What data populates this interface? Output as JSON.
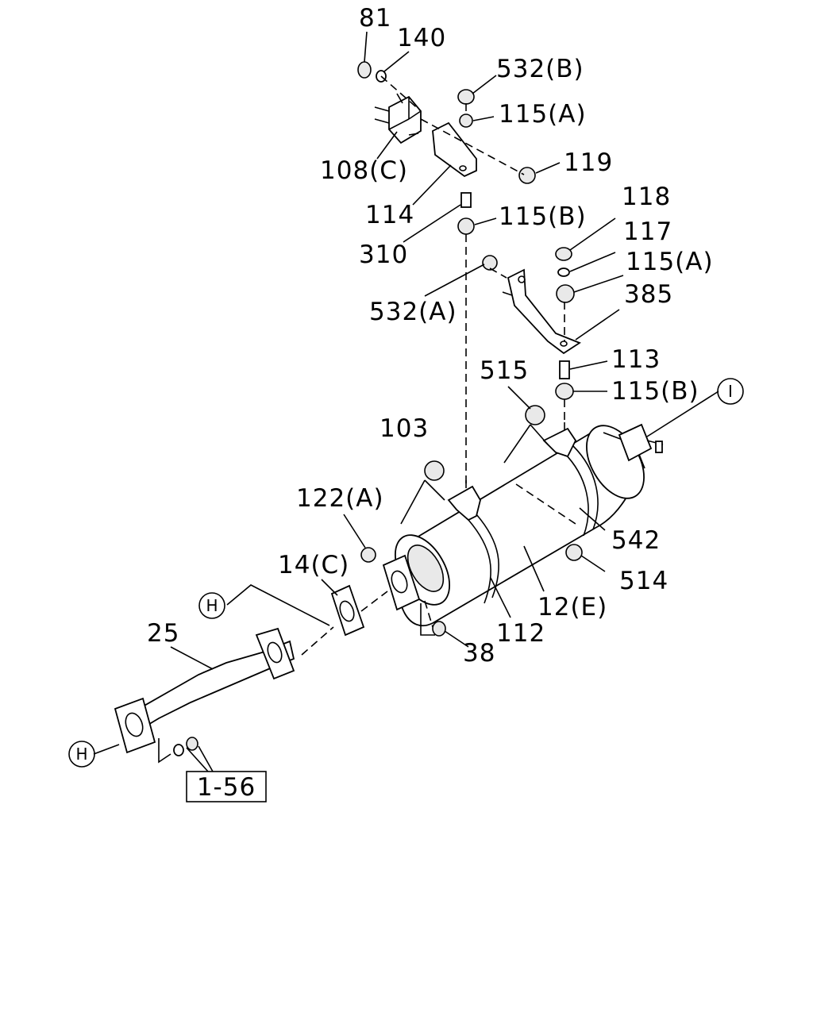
{
  "diagram": {
    "labels": {
      "p81": "81",
      "p140": "140",
      "p532b": "532(B)",
      "p115a_top": "115(A)",
      "p108c": "108(C)",
      "p119": "119",
      "p114": "114",
      "p115b_top": "115(B)",
      "p310": "310",
      "p118": "118",
      "p117": "117",
      "p115a_right": "115(A)",
      "p532a": "532(A)",
      "p385": "385",
      "p113": "113",
      "p515": "515",
      "p115b_right": "115(B)",
      "p103": "103",
      "p122a": "122(A)",
      "p542": "542",
      "p514": "514",
      "p14c": "14(C)",
      "p12e": "12(E)",
      "p112": "112",
      "p25": "25",
      "p38": "38",
      "ref_box": "1-56"
    },
    "connectors": {
      "H_top": "H",
      "H_bottom": "H",
      "I_right": "I"
    }
  }
}
